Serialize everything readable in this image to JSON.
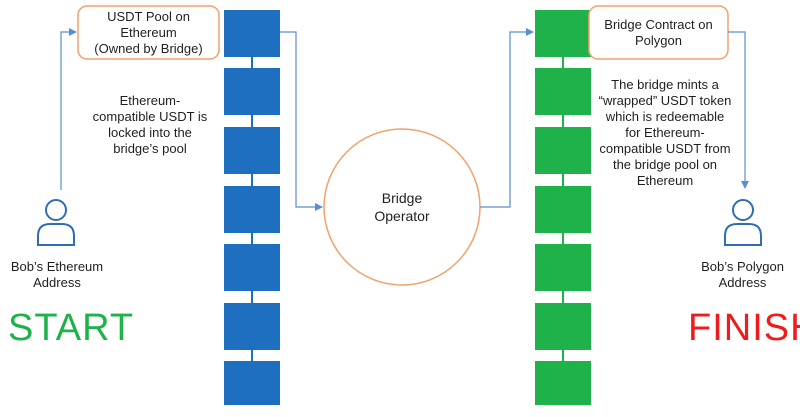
{
  "colors": {
    "ethereum_block": "#1e6fc0",
    "polygon_block": "#1fb24a",
    "box_border": "#f0a26a",
    "arrow": "#5b8ed1",
    "start": "#1fb24a",
    "finish": "#ee1c1c"
  },
  "ethereum_pool_box": {
    "line1": "USDT Pool on",
    "line2": "Ethereum",
    "line3": "(Owned by Bridge)"
  },
  "polygon_contract_box": {
    "line1": "Bridge Contract on",
    "line2": "Polygon"
  },
  "operator": {
    "line1": "Bridge",
    "line2": "Operator"
  },
  "lock_note": {
    "line1": "Ethereum-",
    "line2": "compatible USDT is",
    "line3": "locked into the",
    "line4": "bridge’s pool"
  },
  "mint_note": {
    "line1": "The bridge mints a",
    "line2": "“wrapped” USDT token",
    "line3": "which is redeemable",
    "line4": "for Ethereum-",
    "line5": "compatible USDT from",
    "line6": "the bridge pool on",
    "line7": "Ethereum"
  },
  "bob_ethereum": {
    "line1": "Bob’s Ethereum",
    "line2": "Address",
    "icon": "user-icon"
  },
  "bob_polygon": {
    "line1": "Bob’s Polygon",
    "line2": "Address",
    "icon": "user-icon"
  },
  "start_label": "START",
  "finish_label": "FINISH"
}
